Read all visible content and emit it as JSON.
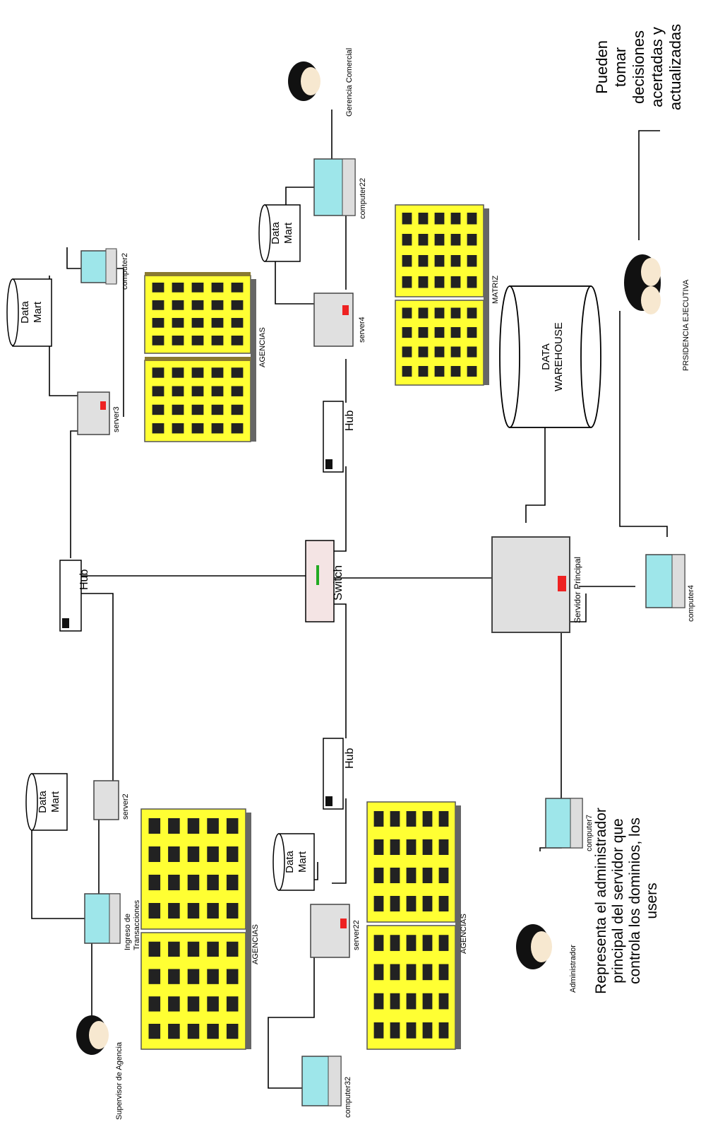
{
  "labels": {
    "hub_top": "Hub",
    "hub_upper": "Hub",
    "hub_lower": "Hub",
    "switch": "Switch",
    "server3": "server3",
    "server2": "server2",
    "server4": "server4",
    "server22": "server22",
    "servidor_principal": "Servidor Principal",
    "computer2": "computer2",
    "computer22": "computer22",
    "computer32": "computer32",
    "computer4": "computer4",
    "computer7": "computer7",
    "ingreso_l1": "Ingreso de",
    "ingreso_l2": "Transacciones",
    "agencias_1": "AGENCIAS",
    "agencias_2": "AGENCIAS",
    "agencias_3": "AGENCIAS",
    "matriz": "MATRIZ",
    "data_warehouse_l1": "DATA",
    "data_warehouse_l2": "WAREHOUSE",
    "data_mart_l1": "Data",
    "data_mart_l2": "Mart",
    "supervisor": "Supervisor de Agencia",
    "gerencia": "Gerencia Comercial",
    "administrador": "Administrador",
    "presidencia": "PRSIDENCIA EJECUTIVA",
    "admin_note": [
      "Representa el administrador",
      "principal del servidor que",
      "controla los dominios, los",
      "users"
    ],
    "president_note": [
      "Pueden",
      "tomar",
      "decisiones",
      "acertadas y",
      "actualizadas"
    ]
  }
}
